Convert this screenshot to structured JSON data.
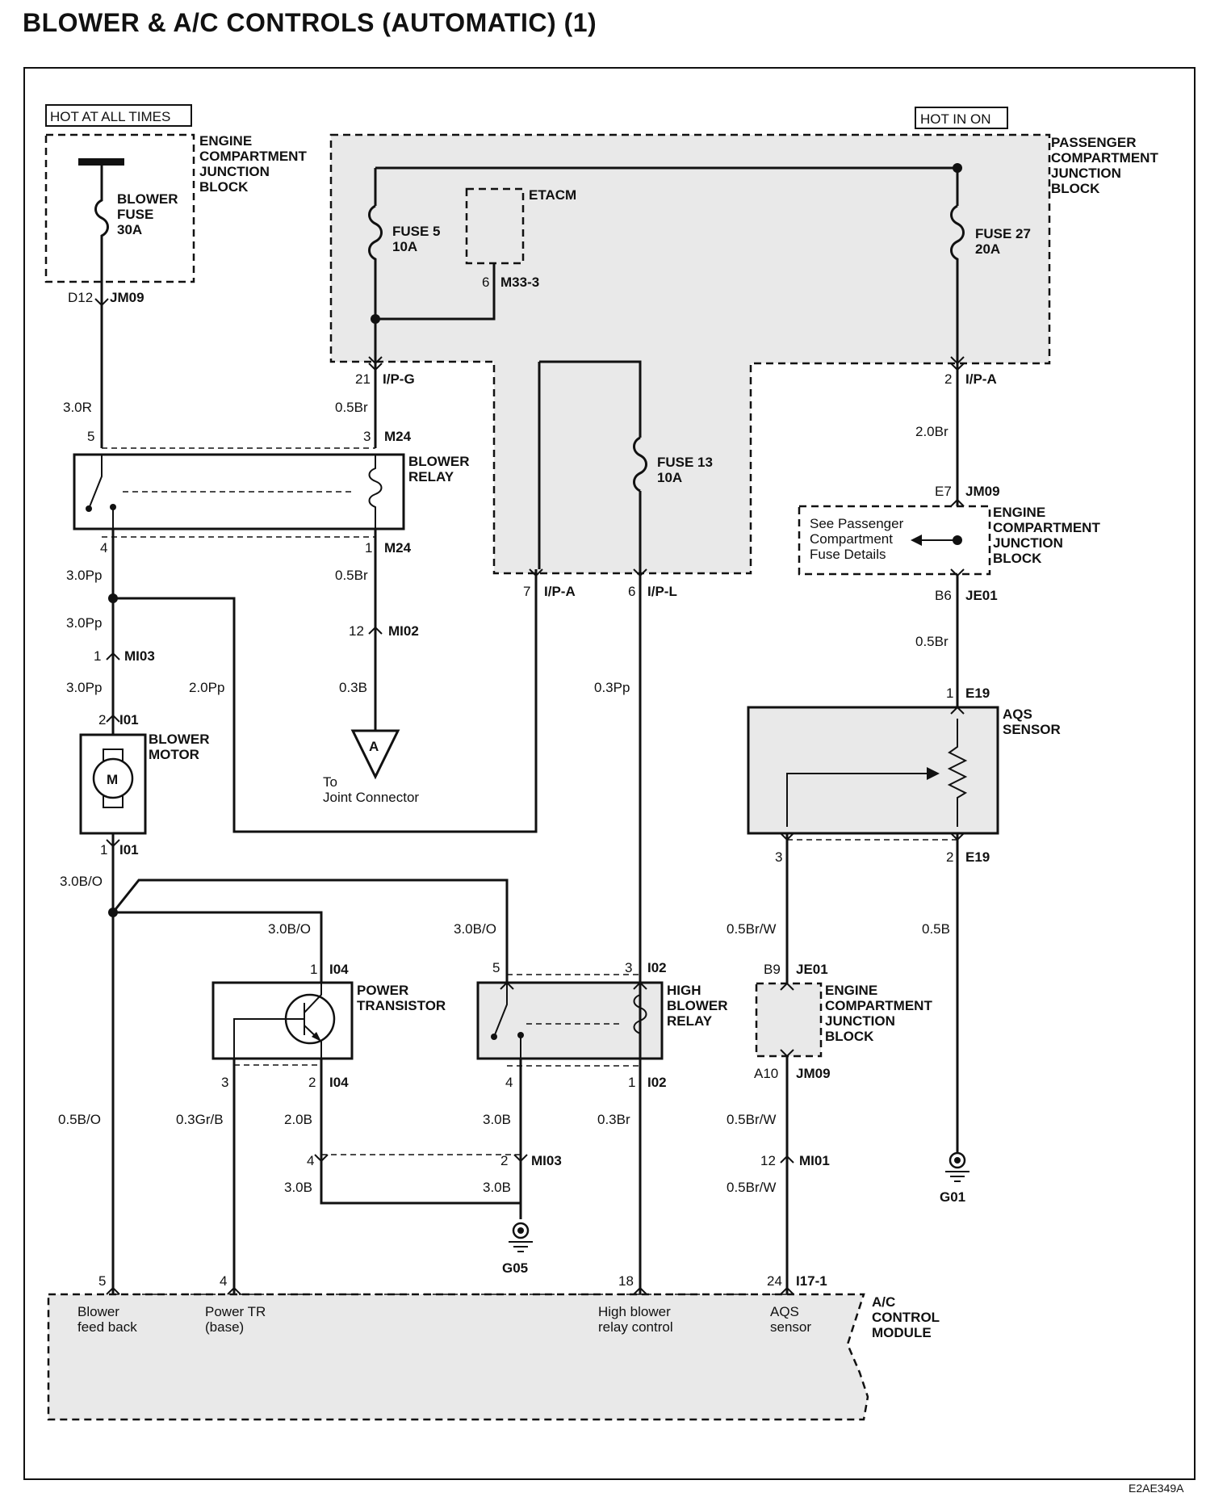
{
  "title": "BLOWER & A/C CONTROLS (AUTOMATIC) (1)",
  "ref_code": "E2AE349A",
  "power": {
    "hot_at_all_times": "HOT AT ALL TIMES",
    "hot_in_on": "HOT IN ON"
  },
  "blocks": {
    "ecjb_top": [
      "ENGINE",
      "COMPARTMENT",
      "JUNCTION",
      "BLOCK"
    ],
    "pcjb": [
      "PASSENGER",
      "COMPARTMENT",
      "JUNCTION",
      "BLOCK"
    ],
    "ecjb_mid": [
      "ENGINE",
      "COMPARTMENT",
      "JUNCTION",
      "BLOCK"
    ],
    "ecjb_low": [
      "ENGINE",
      "COMPARTMENT",
      "JUNCTION",
      "BLOCK"
    ],
    "see_details": [
      "See Passenger",
      "Compartment",
      "Fuse Details"
    ]
  },
  "fuses": {
    "blower": [
      "BLOWER",
      "FUSE",
      "30A"
    ],
    "fuse5": [
      "FUSE 5",
      "10A"
    ],
    "fuse27": [
      "FUSE 27",
      "20A"
    ],
    "fuse13": [
      "FUSE 13",
      "10A"
    ]
  },
  "components": {
    "etacm": "ETACM",
    "blower_relay": [
      "BLOWER",
      "RELAY"
    ],
    "blower_motor": [
      "BLOWER",
      "MOTOR"
    ],
    "motor_symbol": "M",
    "power_transistor": [
      "POWER",
      "TRANSISTOR"
    ],
    "high_blower_relay": [
      "HIGH",
      "BLOWER",
      "RELAY"
    ],
    "aqs_sensor": [
      "AQS",
      "SENSOR"
    ],
    "ac_module": [
      "A/C",
      "CONTROL",
      "MODULE"
    ],
    "joint_letter": "A",
    "joint_note": [
      "To",
      "Joint Connector"
    ]
  },
  "module_pins": {
    "blower_feedback": [
      "Blower",
      "feed back"
    ],
    "power_tr": [
      "Power TR",
      "(base)"
    ],
    "high_blower": [
      "High blower",
      "relay control"
    ],
    "aqs": [
      "AQS",
      "sensor"
    ]
  },
  "grounds": {
    "g05": "G05",
    "g01": "G01"
  },
  "connectors": {
    "d12": "D12",
    "jm09_a": "JM09",
    "p21": "21",
    "ipg": "I/P-G",
    "p6": "6",
    "m333": "M33-3",
    "p2": "2",
    "ipa_a": "I/P-A",
    "p5": "5",
    "p3": "3",
    "m24_a": "M24",
    "p4": "4",
    "p1": "1",
    "m24_b": "M24",
    "e7": "E7",
    "jm09_b": "JM09",
    "b6": "B6",
    "je01_a": "JE01",
    "p7": "7",
    "ipa_b": "I/P-A",
    "p6b": "6",
    "ipl": "I/P-L",
    "p12": "12",
    "mi02": "MI02",
    "p1b": "1",
    "mi03_a": "MI03",
    "p2b": "2",
    "i01_a": "I01",
    "p1c": "1",
    "i01_b": "I01",
    "p1d": "1",
    "e19_a": "E19",
    "p3b": "3",
    "p2c": "2",
    "e19_b": "E19",
    "p1e": "1",
    "i04_a": "I04",
    "p5b": "5",
    "p3c": "3",
    "i02_a": "I02",
    "b9": "B9",
    "je01_b": "JE01",
    "p3d": "3",
    "p2d": "2",
    "i04_b": "I04",
    "p4b": "4",
    "p1f": "1",
    "i02_b": "I02",
    "a10": "A10",
    "jm09_c": "JM09",
    "p4c": "4",
    "p2e": "2",
    "mi03_b": "MI03",
    "p12b": "12",
    "mi01": "MI01",
    "p5c": "5",
    "p4d": "4",
    "p18": "18",
    "p24": "24",
    "i171": "I17-1"
  },
  "wires": {
    "w30r": "3.0R",
    "w05br_a": "0.5Br",
    "w20br": "2.0Br",
    "w30pp_a": "3.0Pp",
    "w05br_b": "0.5Br",
    "w05br_c": "0.5Br",
    "w30pp_b": "3.0Pp",
    "w30pp_c": "3.0Pp",
    "w20pp": "2.0Pp",
    "w03b": "0.3B",
    "w03pp": "0.3Pp",
    "w30bo_a": "3.0B/O",
    "w30bo_b": "3.0B/O",
    "w30bo_c": "3.0B/O",
    "w05brw_a": "0.5Br/W",
    "w05b": "0.5B",
    "w05bo": "0.5B/O",
    "w03grb": "0.3Gr/B",
    "w20b": "2.0B",
    "w30b_a": "3.0B",
    "w03br": "0.3Br",
    "w05brw_b": "0.5Br/W",
    "w30b_b": "3.0B",
    "w30b_c": "3.0B",
    "w05brw_c": "0.5Br/W"
  }
}
